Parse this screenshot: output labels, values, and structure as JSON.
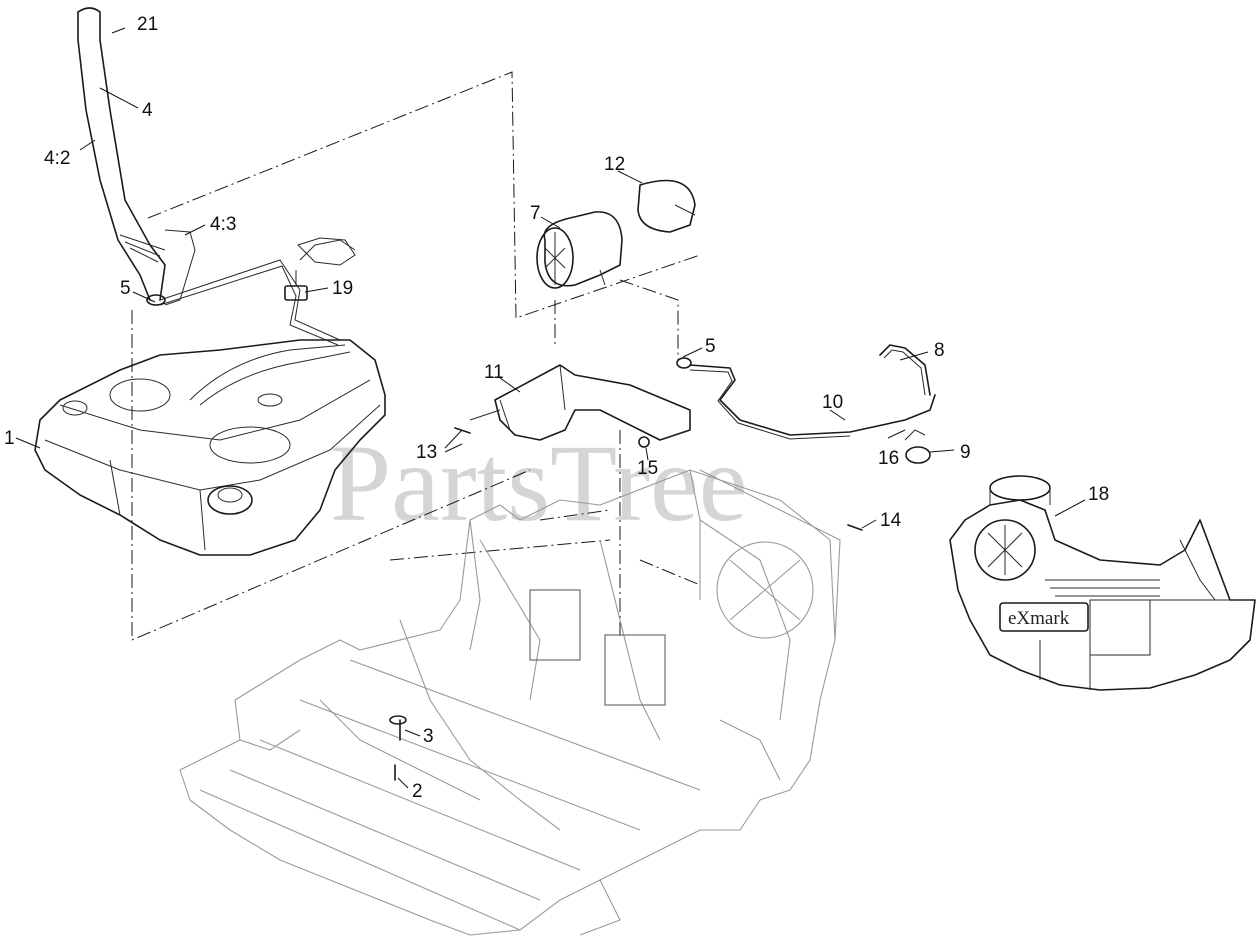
{
  "watermark": "PartsTree",
  "logo_text": "eXmark",
  "callouts": {
    "c21": "21",
    "c4": "4",
    "c4_2": "4:2",
    "c4_3": "4:3",
    "c5a": "5",
    "c19": "19",
    "c1": "1",
    "c12": "12",
    "c7": "7",
    "c11": "11",
    "c5b": "5",
    "c8": "8",
    "c10": "10",
    "c13": "13",
    "c15": "15",
    "c16": "16",
    "c9": "9",
    "c14": "14",
    "c18": "18",
    "c3": "3",
    "c2": "2"
  }
}
